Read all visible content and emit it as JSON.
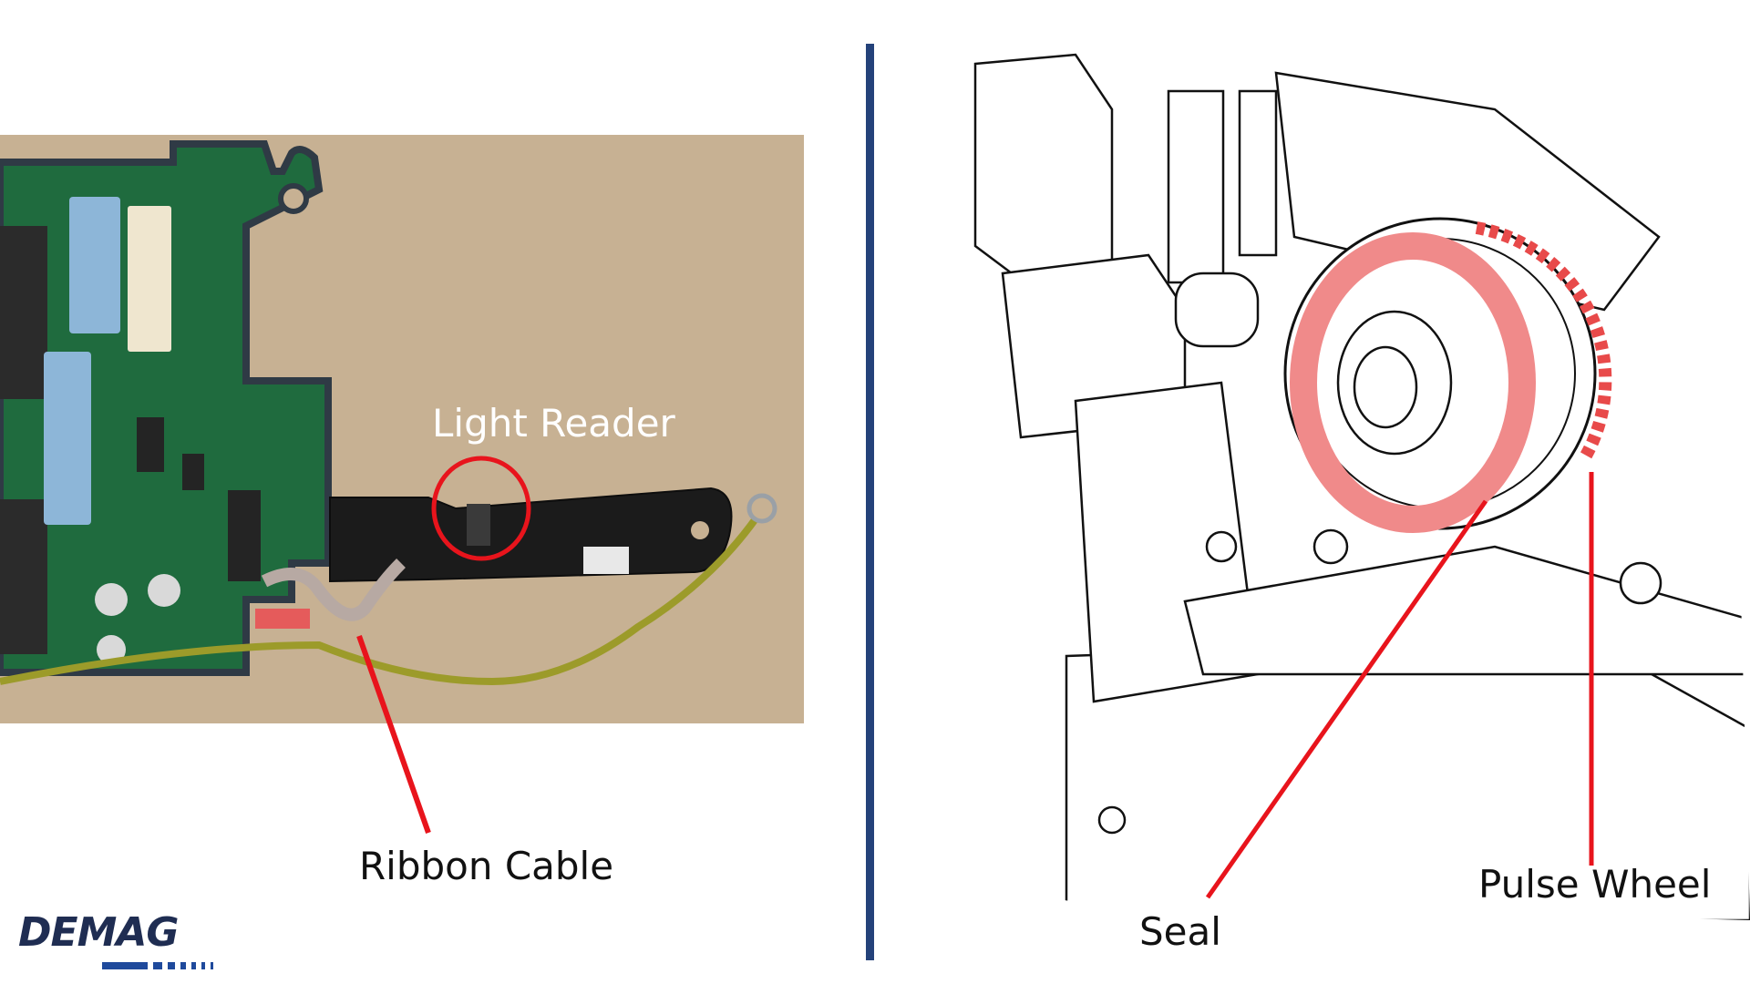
{
  "labels": {
    "light_reader": "Light Reader",
    "ribbon_cable": "Ribbon Cable",
    "seal": "Seal",
    "pulse_wheel": "Pulse Wheel"
  },
  "logo": {
    "text": "DEMAG"
  },
  "colors": {
    "divider": "#24427a",
    "callout": "#e8141c",
    "seal_highlight": "#f08a8a",
    "pulse_wheel_highlight": "#e84a4a",
    "pcb": "#1f6b3e",
    "background_photo": "#c7b193",
    "logo": "#1f2d52"
  }
}
